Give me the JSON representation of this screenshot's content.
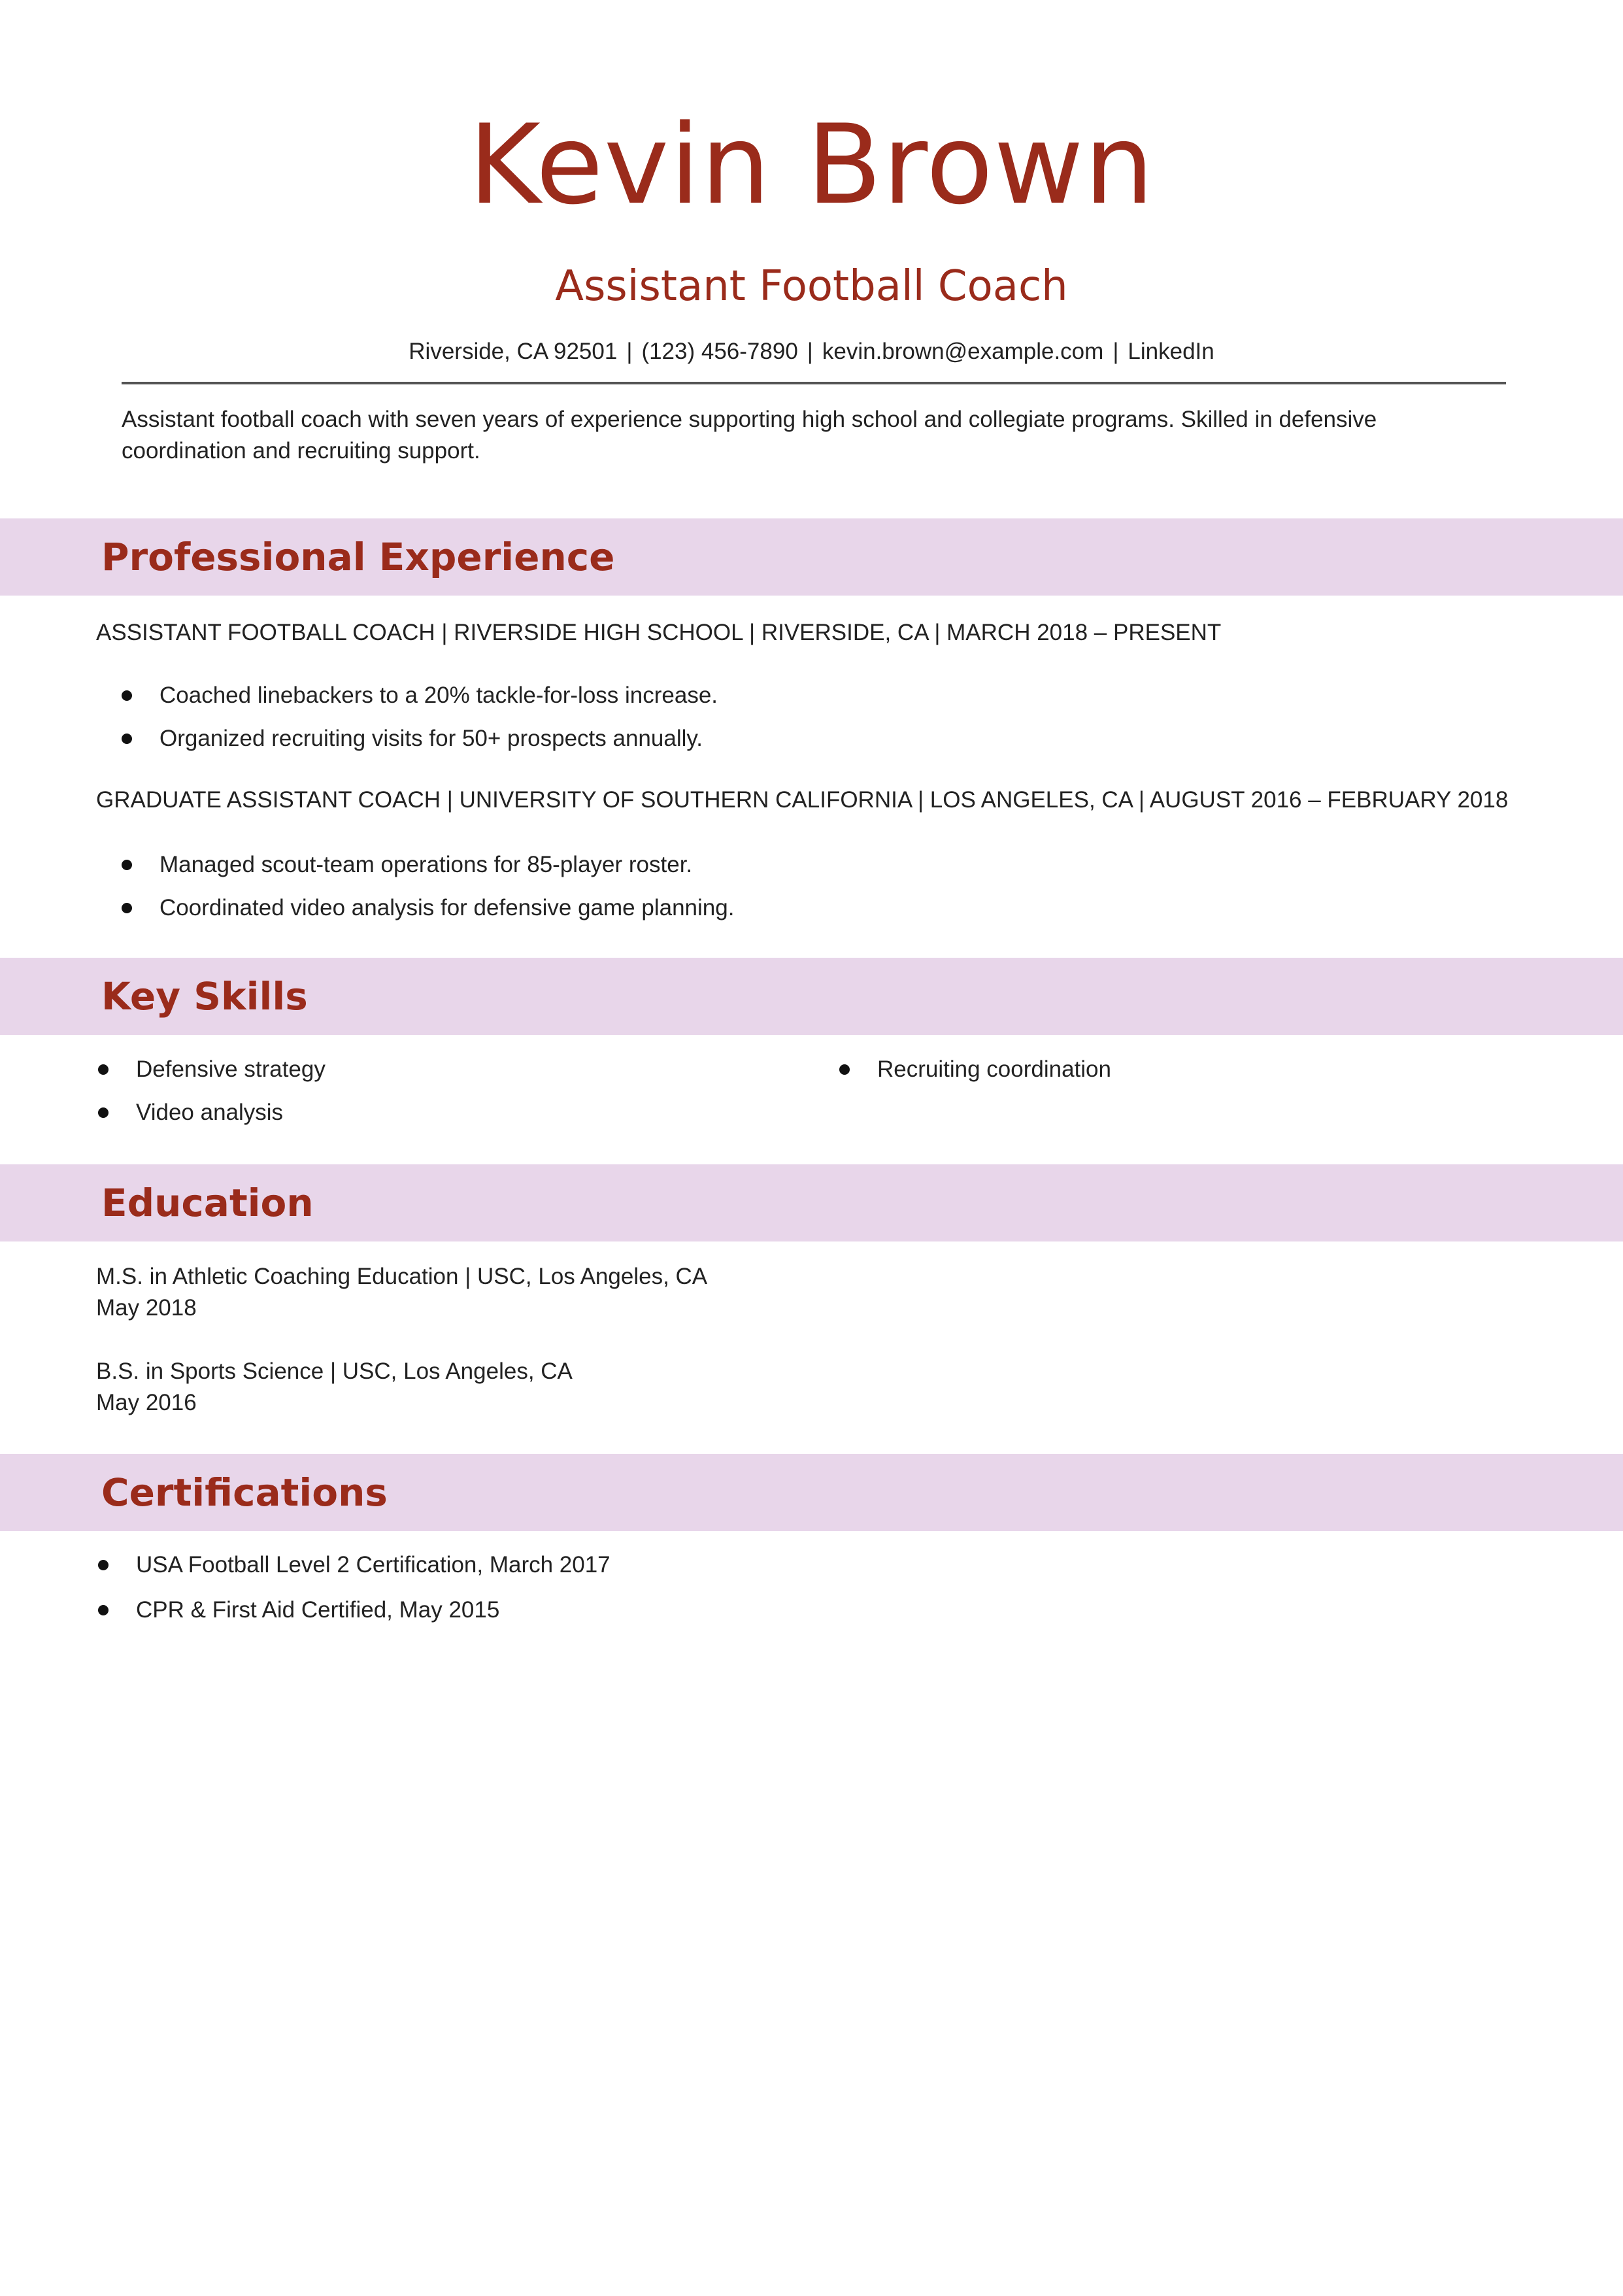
{
  "header": {
    "name": "Kevin Brown",
    "title": "Assistant Football Coach",
    "contact": {
      "location": "Riverside, CA 92501",
      "phone": "(123) 456-7890",
      "email": "kevin.brown@example.com",
      "linkedin": "LinkedIn",
      "separator": "|"
    },
    "summary": "Assistant football coach with seven years of experience supporting high school and collegiate programs. Skilled in defensive coordination and recruiting support."
  },
  "sections": {
    "experience": {
      "heading": "Professional Experience",
      "jobs": [
        {
          "line": "ASSISTANT FOOTBALL COACH | RIVERSIDE HIGH SCHOOL | RIVERSIDE, CA | MARCH 2018 – PRESENT",
          "bullets": [
            "Coached linebackers to a 20% tackle-for-loss increase.",
            "Organized recruiting visits for 50+ prospects annually."
          ]
        },
        {
          "line": "GRADUATE ASSISTANT COACH | UNIVERSITY OF SOUTHERN CALIFORNIA | LOS ANGELES, CA | AUGUST 2016 – FEBRUARY 2018",
          "bullets": [
            "Managed scout-team operations for 85-player roster.",
            "Coordinated video analysis for defensive game planning."
          ]
        }
      ]
    },
    "skills": {
      "heading": "Key Skills",
      "items": [
        "Defensive strategy",
        "Recruiting coordination",
        "Video analysis"
      ]
    },
    "education": {
      "heading": "Education",
      "entries": [
        {
          "degree": "M.S. in Athletic Coaching Education | USC, Los Angeles, CA",
          "date": "May 2018"
        },
        {
          "degree": "B.S. in Sports Science | USC, Los Angeles, CA",
          "date": "May 2016"
        }
      ]
    },
    "certifications": {
      "heading": "Certifications",
      "items": [
        "USA Football Level 2 Certification, March 2017",
        "CPR & First Aid Certified, May 2015"
      ]
    }
  },
  "colors": {
    "accent": "#9a2b1b",
    "band": "#e8d6ea",
    "text": "#222222"
  }
}
